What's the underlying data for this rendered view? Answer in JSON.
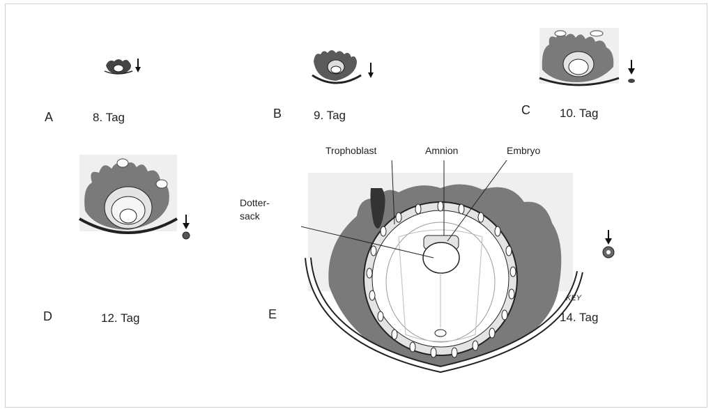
{
  "panels": [
    {
      "letter": "A",
      "day": "8. Tag"
    },
    {
      "letter": "B",
      "day": "9. Tag"
    },
    {
      "letter": "C",
      "day": "10. Tag"
    },
    {
      "letter": "D",
      "day": "12. Tag"
    },
    {
      "letter": "E",
      "day": "14. Tag"
    }
  ],
  "annotations": {
    "trophoblast": "Trophoblast",
    "amnion": "Amnion",
    "embryo": "Embryo",
    "yolk_sac_line1": "Dotter-",
    "yolk_sac_line2": "sack",
    "key": "KEY"
  },
  "colors": {
    "trophoblast_fill": "#7a7a7a",
    "tissue_light": "#e4e4e4",
    "background_light": "#efefef",
    "cell_outline": "#222222"
  }
}
